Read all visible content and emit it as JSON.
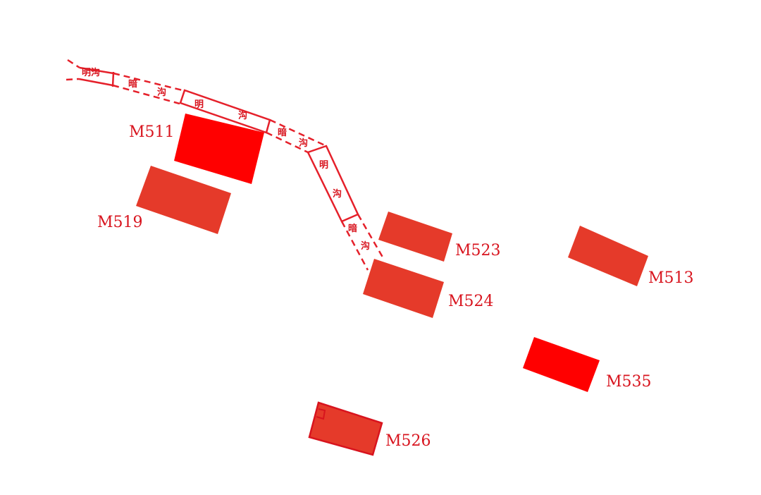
{
  "colors": {
    "tomb_bright": "#ff0000",
    "tomb_dark": "#e53a2a",
    "line": "#e5202a",
    "label": "#d8141e"
  },
  "tombs": [
    {
      "id": "M511",
      "label": "M511",
      "color": "#ff0000"
    },
    {
      "id": "M519",
      "label": "M519",
      "color": "#e53a2a"
    },
    {
      "id": "M523",
      "label": "M523",
      "color": "#e53a2a"
    },
    {
      "id": "M524",
      "label": "M524",
      "color": "#e53a2a"
    },
    {
      "id": "M513",
      "label": "M513",
      "color": "#e53a2a"
    },
    {
      "id": "M535",
      "label": "M535",
      "color": "#ff0000"
    },
    {
      "id": "M526",
      "label": "M526",
      "color": "#e53a2a"
    }
  ],
  "ditch": {
    "open_label": "明沟",
    "open_char_1": "明",
    "open_char_2": "沟",
    "covered_char_1": "暗",
    "covered_char_2": "沟"
  }
}
